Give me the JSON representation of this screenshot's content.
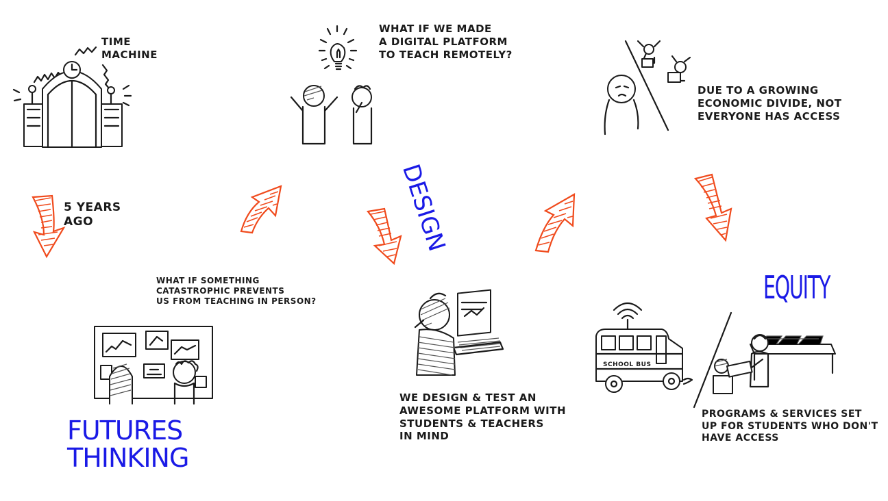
{
  "colors": {
    "arrow": "#f04a1c",
    "label": "#1a1ae6",
    "ink": "#1a1a1a"
  },
  "scenes": {
    "time_machine": {
      "label": "TIME\nMACHINE"
    },
    "years_ago": {
      "label": "5 YEARS\nAGO"
    },
    "idea": {
      "text": "WHAT IF WE MADE\nA DIGITAL PLATFORM\nTO TEACH REMOTELY?"
    },
    "divide": {
      "text": "DUE TO A GROWING\nECONOMIC DIVIDE, NOT\nEVERYONE HAS ACCESS"
    },
    "catastrophe": {
      "text": "WHAT IF SOMETHING\nCATASTROPHIC PREVENTS\nUS FROM TEACHING IN PERSON?"
    },
    "design_test": {
      "text": "WE DESIGN & TEST AN\nAWESOME PLATFORM WITH\nSTUDENTS & TEACHERS\nIN MIND"
    },
    "programs": {
      "text": "PROGRAMS & SERVICES SET\nUP FOR STUDENTS WHO DON'T\nHAVE ACCESS"
    },
    "bus_sign": "SCHOOL BUS"
  },
  "stage_labels": {
    "futures": "FUTURES\nTHINKING",
    "design": "DESIGN",
    "equity": "EQUITY"
  },
  "icons": [
    "lightbulb-icon",
    "wifi-signal-icon",
    "clock-icon"
  ]
}
